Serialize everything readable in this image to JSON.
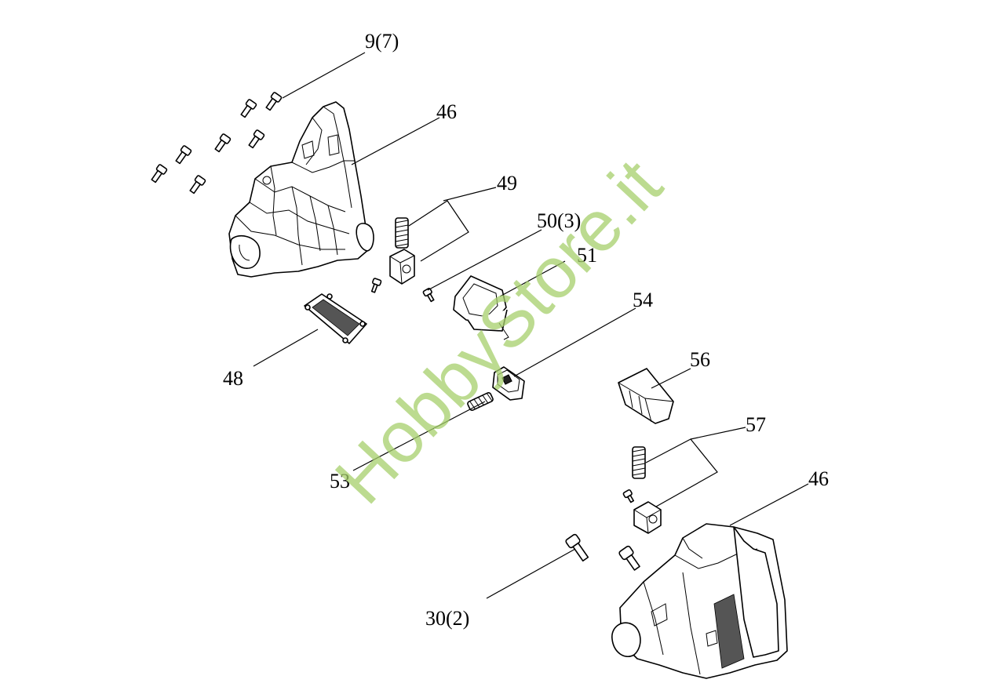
{
  "watermark": "HobbyStore.it",
  "callouts": {
    "c_9_7": "9(7)",
    "c_46_top": "46",
    "c_49": "49",
    "c_50_3": "50(3)",
    "c_51": "51",
    "c_54": "54",
    "c_48": "48",
    "c_56": "56",
    "c_57": "57",
    "c_46_bottom": "46",
    "c_53": "53",
    "c_30_2": "30(2)"
  }
}
